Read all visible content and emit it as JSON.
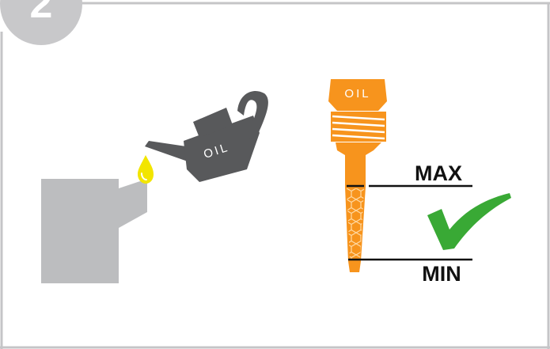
{
  "step": {
    "number": "2"
  },
  "oil_can": {
    "label": "OIL"
  },
  "dipstick": {
    "cap_label": "OIL",
    "max_label": "MAX",
    "min_label": "MIN"
  },
  "colors": {
    "frame": "#c5c5c7",
    "badge": "#c8c8ca",
    "can": "#58595b",
    "container": "#bcbdbf",
    "oil_drop": "#f2e500",
    "dipstick": "#f7941d",
    "check": "#39a935"
  },
  "icons": [
    "oil-can-icon",
    "oil-drop-icon",
    "container-icon",
    "dipstick-icon",
    "checkmark-icon"
  ]
}
